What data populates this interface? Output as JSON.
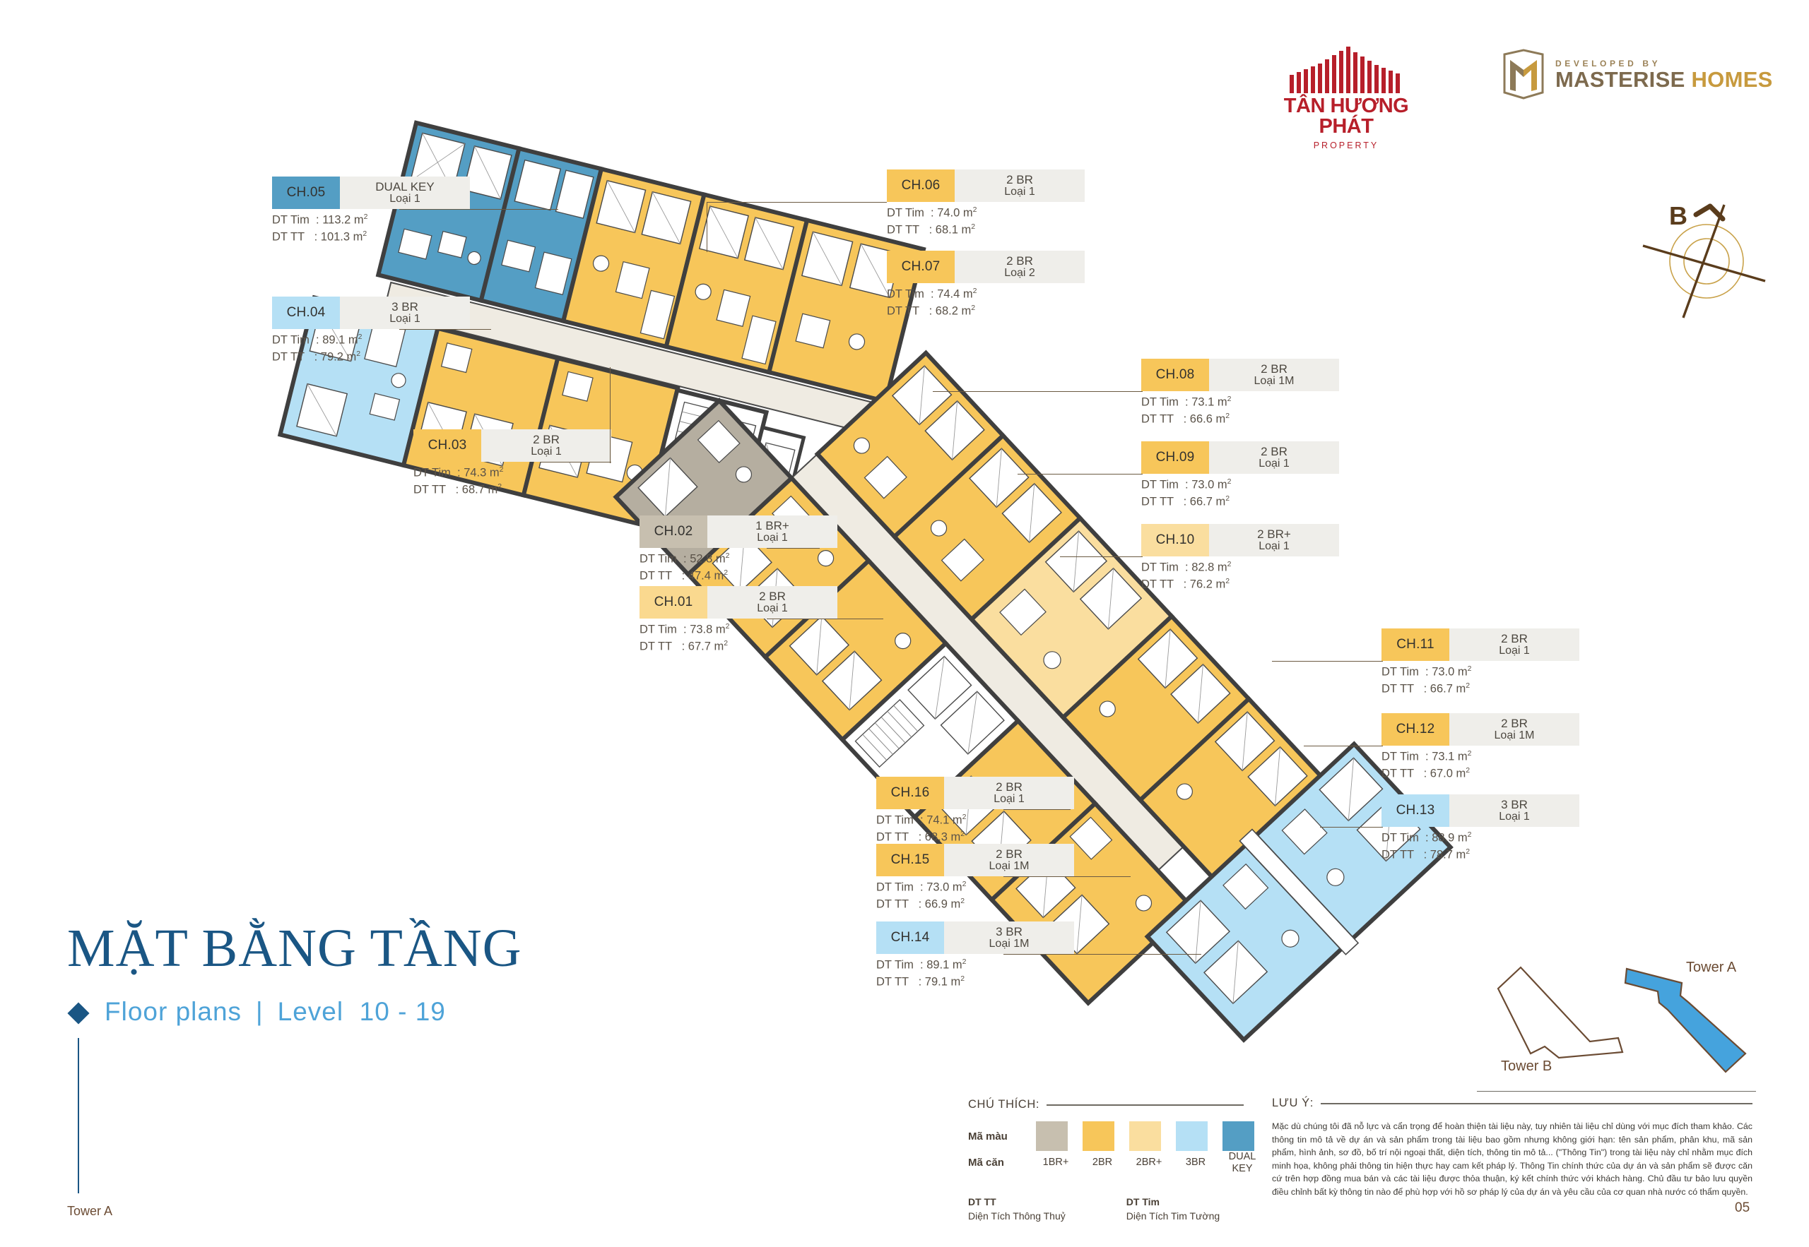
{
  "header": {
    "logo_primary_name": "TÂN HƯƠNG PHÁT",
    "logo_primary_sub": "PROPERTY",
    "logo_secondary_kicker": "DEVELOPED BY",
    "logo_secondary_name_a": "MASTERISE ",
    "logo_secondary_name_b": "HOMES"
  },
  "compass": {
    "north_label": "B"
  },
  "title": {
    "main": "MẶT BẰNG TẦNG",
    "sub_left": "Floor plans",
    "sub_divider": "|",
    "sub_right": "Level  10 - 19"
  },
  "footer": {
    "tower": "Tower A",
    "page": "05"
  },
  "keymap": {
    "tower_a": "Tower A",
    "tower_b": "Tower B"
  },
  "legend": {
    "title": "CHÚ THÍCH:",
    "row_color_label": "Mã màu",
    "row_unit_label": "Mã căn",
    "swatches": [
      {
        "code": "1BR+",
        "color": "#c7bfaf"
      },
      {
        "code": "2BR",
        "color": "#f7c65a"
      },
      {
        "code": "2BR+",
        "color": "#fade9f"
      },
      {
        "code": "3BR",
        "color": "#b5e0f5"
      },
      {
        "code": "DUAL\nKEY",
        "color": "#549ec4"
      }
    ],
    "def_tt_abbr": "DT TT",
    "def_tt_full": "Diện Tích Thông Thuỷ",
    "def_tim_abbr": "DT Tim",
    "def_tim_full": "Diện Tích Tim Tường"
  },
  "notes": {
    "title": "LƯU Ý:",
    "body": "Mặc dù chúng tôi đã nỗ lực và cẩn trọng để hoàn thiện tài liệu này, tuy nhiên tài liệu chỉ dùng với mục đích tham khảo. Các thông tin mô tả về dự án và sản phẩm trong tài liệu bao gồm nhưng không giới hạn: tên sản phẩm, phân khu, mã sản phẩm, hình ảnh, sơ đồ, bố trí nội ngoại thất, diện tích, thông tin mô tả... (\"Thông Tin\") trong tài liệu này chỉ nhằm mục đích minh họa, không phải thông tin hiện thực hay cam kết pháp lý. Thông Tin chính thức của dự án và sản phẩm sẽ được căn cứ trên hợp đồng mua bán và các tài liệu được thỏa thuận, ký kết chính thức với khách hàng. Chủ đầu tư bảo lưu quyền điều chỉnh bất kỳ thông tin nào để phù hợp với hồ sơ pháp lý của dự án và yêu cầu của cơ quan nhà nước có thẩm quyền."
  },
  "area_labels": {
    "tim": "DT Tim",
    "tt": "DT TT",
    "unit": "m"
  },
  "units": [
    {
      "code": "CH.05",
      "type": "DUAL KEY",
      "variant": "Loại 1",
      "tim": "113.2",
      "tt": "101.3",
      "color": "#549ec4"
    },
    {
      "code": "CH.04",
      "type": "3 BR",
      "variant": "Loại 1",
      "tim": "89.1",
      "tt": "79.2",
      "color": "#b5e0f5"
    },
    {
      "code": "CH.03",
      "type": "2 BR",
      "variant": "Loại 1",
      "tim": "74.3",
      "tt": "68.7",
      "color": "#f7c65a"
    },
    {
      "code": "CH.02",
      "type": "1 BR+",
      "variant": "Loại 1",
      "tim": "52.8",
      "tt": "47.4",
      "color": "#c7bfaf"
    },
    {
      "code": "CH.01",
      "type": "2 BR",
      "variant": "Loại 1",
      "tim": "73.8",
      "tt": "67.7",
      "color": "#fad municipal"
    },
    {
      "code": "CH.06",
      "type": "2 BR",
      "variant": "Loại 1",
      "tim": "74.0",
      "tt": "68.1",
      "color": "#f7c65a"
    },
    {
      "code": "CH.07",
      "type": "2 BR",
      "variant": "Loại 2",
      "tim": "74.4",
      "tt": "68.2",
      "color": "#f7c65a"
    },
    {
      "code": "CH.08",
      "type": "2 BR",
      "variant": "Loại 1M",
      "tim": "73.1",
      "tt": "66.6",
      "color": "#f7c65a"
    },
    {
      "code": "CH.09",
      "type": "2 BR",
      "variant": "Loại 1",
      "tim": "73.0",
      "tt": "66.7",
      "color": "#f7c65a"
    },
    {
      "code": "CH.10",
      "type": "2 BR+",
      "variant": "Loại 1",
      "tim": "82.8",
      "tt": "76.2",
      "color": "#fade9f"
    },
    {
      "code": "CH.11",
      "type": "2 BR",
      "variant": "Loại 1",
      "tim": "73.0",
      "tt": "66.7",
      "color": "#f7c65a"
    },
    {
      "code": "CH.12",
      "type": "2 BR",
      "variant": "Loại 1M",
      "tim": "73.1",
      "tt": "67.0",
      "color": "#f7c65a"
    },
    {
      "code": "CH.13",
      "type": "3 BR",
      "variant": "Loại 1",
      "tim": "88.9",
      "tt": "78.7",
      "color": "#b5e0f5"
    },
    {
      "code": "CH.16",
      "type": "2 BR",
      "variant": "Loại 1",
      "tim": "74.1",
      "tt": "68.3",
      "color": "#f7c65a"
    },
    {
      "code": "CH.15",
      "type": "2 BR",
      "variant": "Loại 1M",
      "tim": "73.0",
      "tt": "66.9",
      "color": "#f7c65a"
    },
    {
      "code": "CH.14",
      "type": "3 BR",
      "variant": "Loại 1M",
      "tim": "89.1",
      "tt": "79.1",
      "color": "#b5e0f5"
    }
  ]
}
